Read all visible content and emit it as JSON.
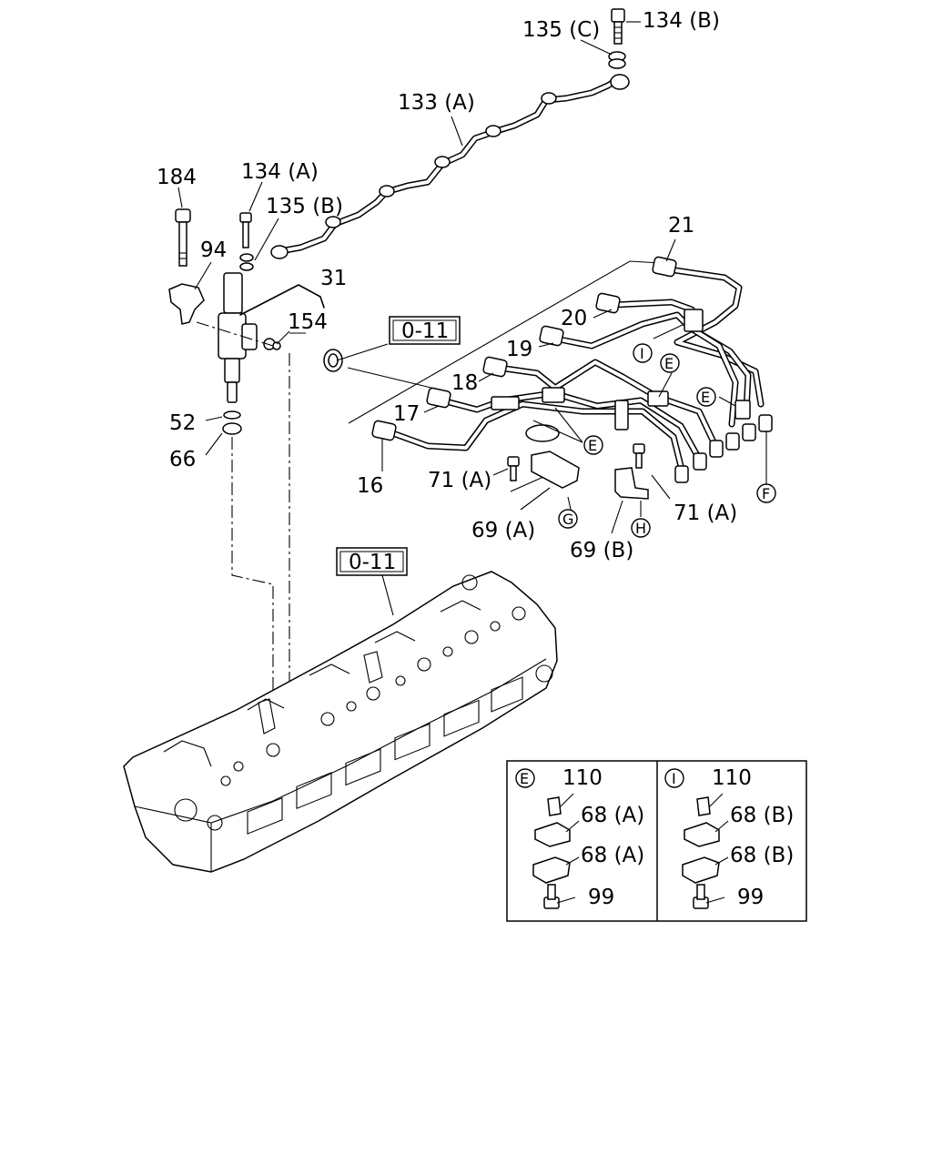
{
  "labels": {
    "p184": "184",
    "p134a": "134 (A)",
    "p135b": "135 (B)",
    "p94": "94",
    "p31": "31",
    "p154": "154",
    "p52": "52",
    "p66": "66",
    "p133a": "133 (A)",
    "p135c": "135 (C)",
    "p134b": "134 (B)",
    "p21": "21",
    "p20": "20",
    "p19": "19",
    "p18": "18",
    "p17": "17",
    "p16": "16",
    "p71a_left": "71 (A)",
    "p71a_right": "71 (A)",
    "p69a": "69 (A)",
    "p69b": "69 (B)"
  },
  "refs": {
    "top": "0-11",
    "bottom": "0-11"
  },
  "callouts": {
    "e1": "E",
    "e2": "E",
    "e3": "E",
    "i1": "I",
    "f": "F",
    "g": "G",
    "h": "H"
  },
  "legend": {
    "left": {
      "key": "E",
      "nut": "110",
      "clamp_upper": "68 (A)",
      "clamp_lower": "68 (A)",
      "bolt": "99"
    },
    "right": {
      "key": "I",
      "nut": "110",
      "clamp_upper": "68 (B)",
      "clamp_lower": "68 (B)",
      "bolt": "99"
    }
  }
}
